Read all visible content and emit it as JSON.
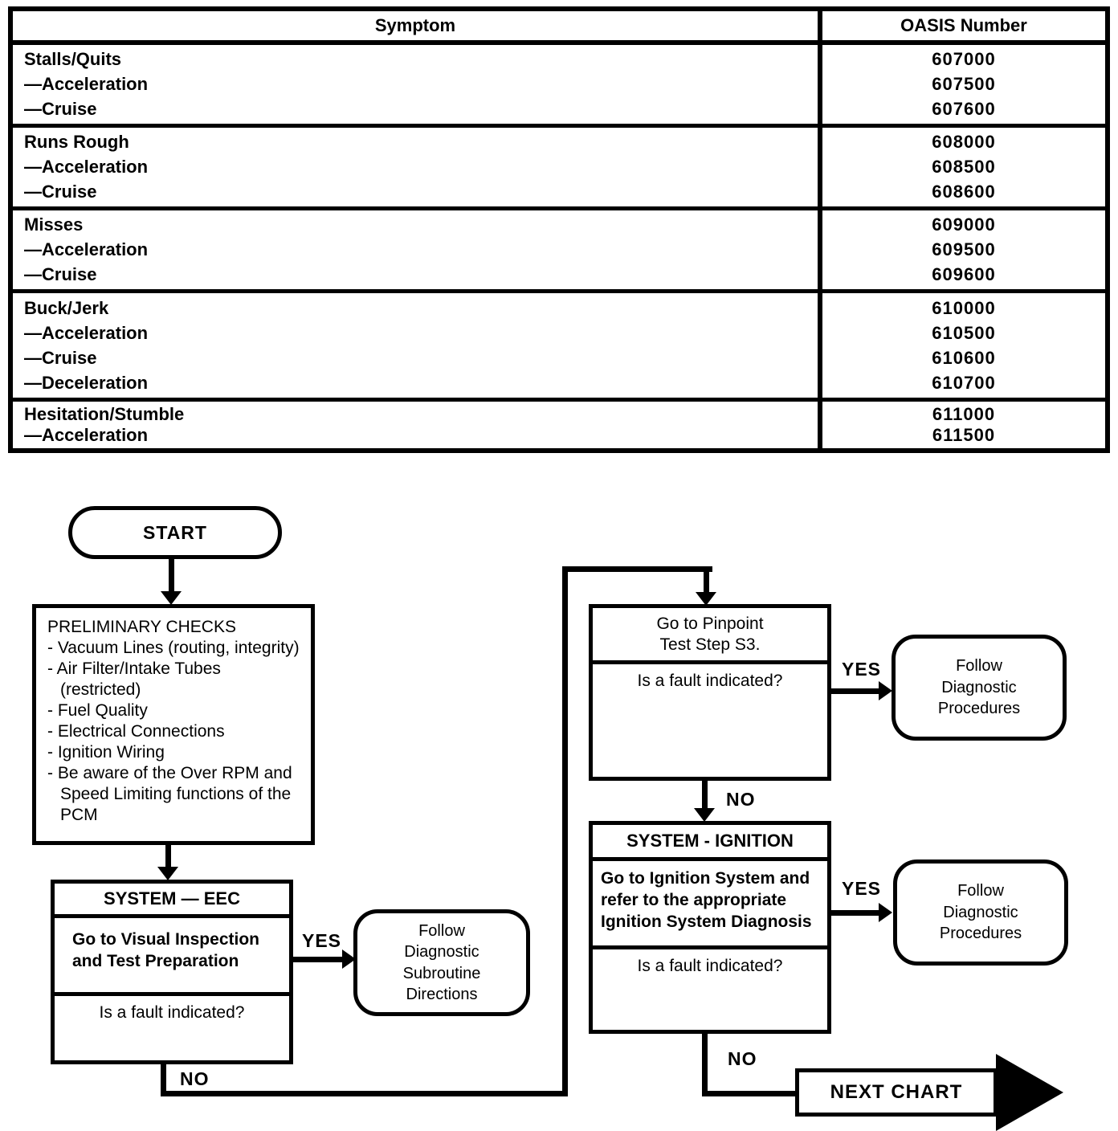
{
  "table": {
    "header": {
      "symptom": "Symptom",
      "oasis": "OASIS Number"
    },
    "sections": [
      {
        "rows": [
          {
            "symptom": "Stalls/Quits",
            "number": "607000"
          },
          {
            "symptom": "—Acceleration",
            "number": "607500"
          },
          {
            "symptom": "—Cruise",
            "number": "607600"
          }
        ]
      },
      {
        "rows": [
          {
            "symptom": "Runs Rough",
            "number": "608000"
          },
          {
            "symptom": "—Acceleration",
            "number": "608500"
          },
          {
            "symptom": "—Cruise",
            "number": "608600"
          }
        ]
      },
      {
        "rows": [
          {
            "symptom": "Misses",
            "number": "609000"
          },
          {
            "symptom": "—Acceleration",
            "number": "609500"
          },
          {
            "symptom": "—Cruise",
            "number": "609600"
          }
        ]
      },
      {
        "rows": [
          {
            "symptom": "Buck/Jerk",
            "number": "610000"
          },
          {
            "symptom": "—Acceleration",
            "number": "610500"
          },
          {
            "symptom": "—Cruise",
            "number": "610600"
          },
          {
            "symptom": "—Deceleration",
            "number": "610700"
          }
        ]
      },
      {
        "rows": [
          {
            "symptom": "Hesitation/Stumble",
            "number": "611000"
          },
          {
            "symptom": "—Acceleration",
            "number": "611500"
          }
        ]
      }
    ]
  },
  "flowchart": {
    "start_label": "START",
    "preliminary": {
      "title": "PRELIMINARY CHECKS",
      "items": [
        "- Vacuum Lines (routing, integrity)",
        "- Air Filter/Intake Tubes (restricted)",
        "- Fuel Quality",
        "- Electrical Connections",
        "- Ignition Wiring",
        "- Be aware of the Over RPM and Speed Limiting functions of the PCM"
      ]
    },
    "eec": {
      "header": "SYSTEM — EEC",
      "action": "Go to Visual Inspection and Test Preparation",
      "question": "Is a fault indicated?"
    },
    "eec_result": {
      "lines": [
        "Follow",
        "Diagnostic",
        "Subroutine",
        "Directions"
      ]
    },
    "pinpoint": {
      "action_lines": [
        "Go to Pinpoint",
        "Test Step S3."
      ],
      "question": "Is a fault indicated?"
    },
    "pinpoint_result": {
      "lines": [
        "Follow",
        "Diagnostic",
        "Procedures"
      ]
    },
    "ignition": {
      "header": "SYSTEM - IGNITION",
      "action": "Go to Ignition System and refer to the appropriate Ignition System Diagnosis",
      "question": "Is a fault indicated?"
    },
    "ignition_result": {
      "lines": [
        "Follow",
        "Diagnostic",
        "Procedures"
      ]
    },
    "labels": {
      "yes": "YES",
      "no": "NO"
    },
    "next_chart": "NEXT CHART"
  },
  "colors": {
    "ink": "#000000",
    "paper": "#ffffff"
  }
}
